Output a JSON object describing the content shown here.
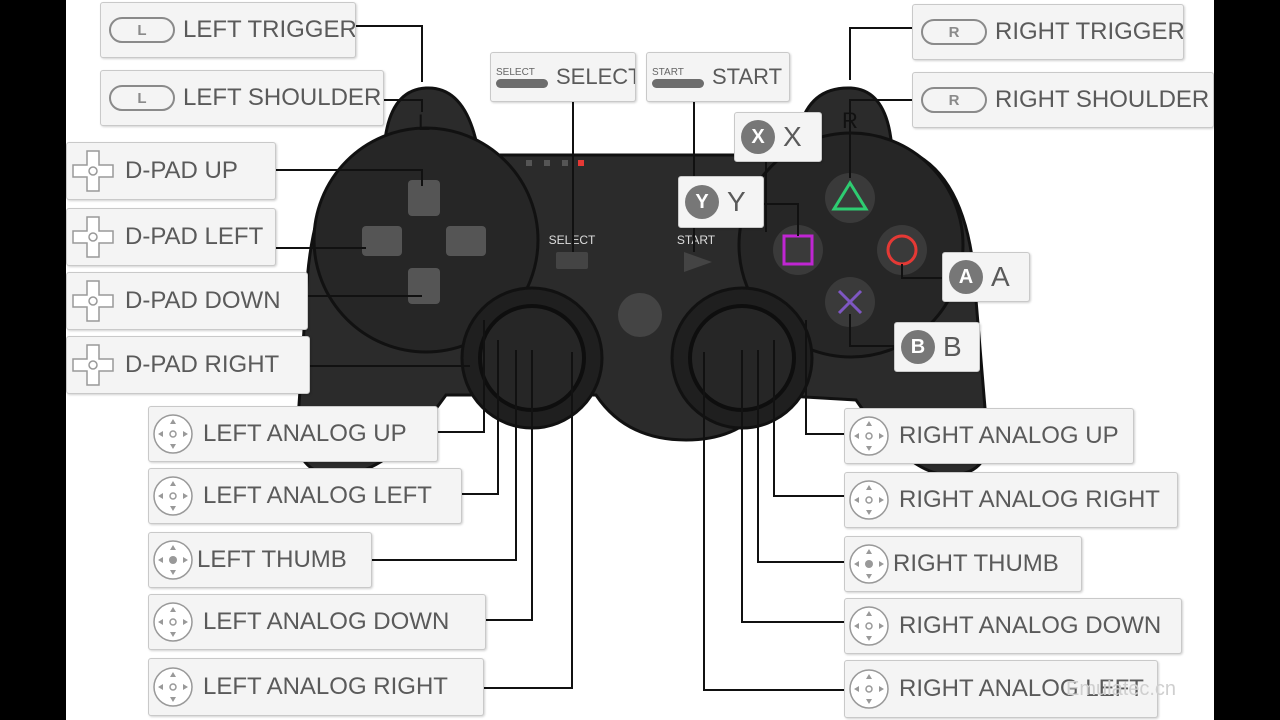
{
  "diagram": {
    "pad_marks": {
      "l": "L",
      "r": "R",
      "select": "SELECT",
      "start": "START"
    },
    "labels": {
      "left_trigger": {
        "badge": "L",
        "text": "LEFT TRIGGER"
      },
      "left_shoulder": {
        "badge": "L",
        "text": "LEFT SHOULDER"
      },
      "select": {
        "badge": "SELECT",
        "text": "SELECT"
      },
      "start": {
        "badge": "START",
        "text": "START"
      },
      "right_trigger": {
        "badge": "R",
        "text": "RIGHT TRIGGER"
      },
      "right_shoulder": {
        "badge": "R",
        "text": "RIGHT SHOULDER"
      },
      "x": {
        "badge": "X",
        "text": "X"
      },
      "y": {
        "badge": "Y",
        "text": "Y"
      },
      "a": {
        "badge": "A",
        "text": "A"
      },
      "b": {
        "badge": "B",
        "text": "B"
      },
      "dpad_up": "D-PAD UP",
      "dpad_left": "D-PAD LEFT",
      "dpad_down": "D-PAD DOWN",
      "dpad_right": "D-PAD RIGHT",
      "left_analog_up": "LEFT ANALOG UP",
      "left_analog_left": "LEFT ANALOG LEFT",
      "left_thumb": "LEFT THUMB",
      "left_analog_down": "LEFT ANALOG DOWN",
      "left_analog_right": "LEFT ANALOG RIGHT",
      "right_analog_up": "RIGHT ANALOG UP",
      "right_analog_right": "RIGHT ANALOG RIGHT",
      "right_thumb": "RIGHT THUMB",
      "right_analog_down": "RIGHT ANALOG DOWN",
      "right_analog_left": "RIGHT ANALOG LEFT"
    },
    "watermark": "Emulatec.cn"
  },
  "colors": {
    "triangle": "#2ecc71",
    "circle": "#e53935",
    "cross": "#7e57c2",
    "square": "#c026d3",
    "body": "#2b2b2b"
  }
}
